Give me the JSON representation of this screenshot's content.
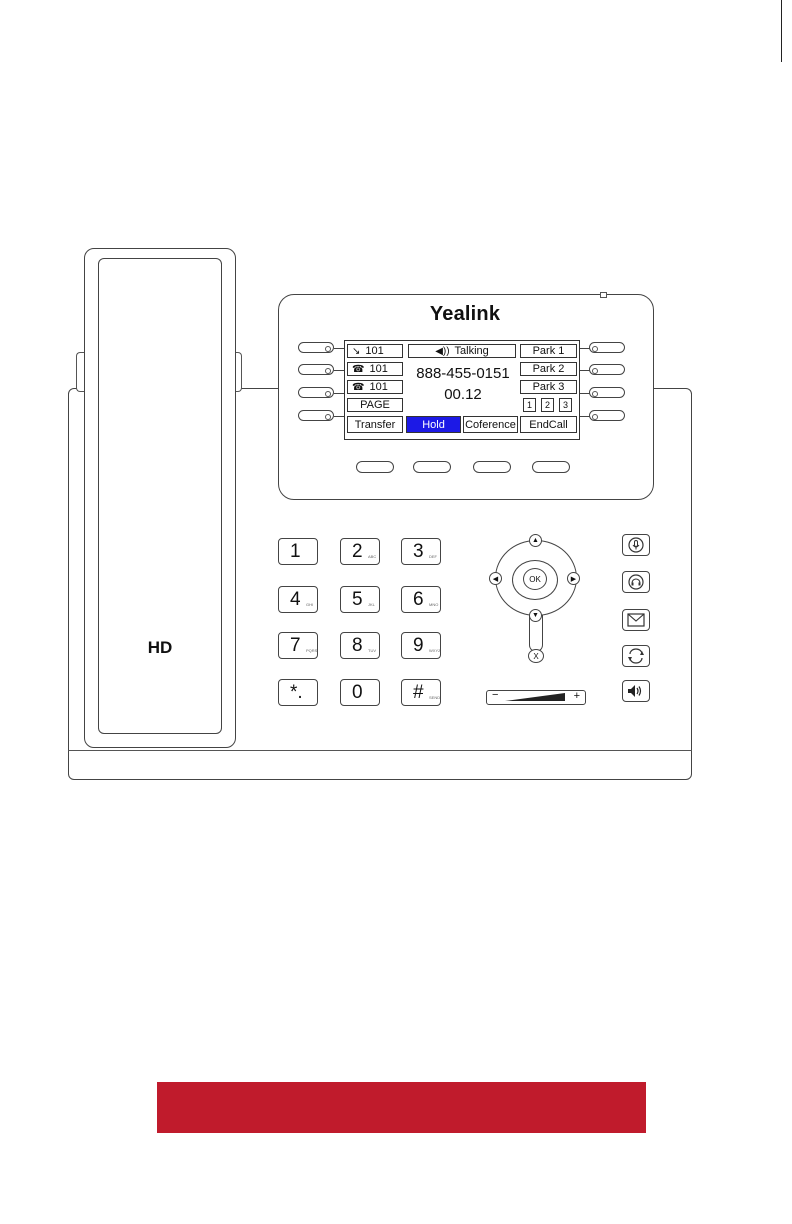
{
  "device": {
    "brand": "Yealink",
    "handset_label": "HD"
  },
  "screen": {
    "left_keys": [
      {
        "icon": "↘",
        "icon_name": "incoming-call-icon",
        "label": "101"
      },
      {
        "icon": "☎",
        "icon_name": "phone-icon",
        "label": "101"
      },
      {
        "icon": "☎",
        "icon_name": "phone-icon",
        "label": "101"
      },
      {
        "icon": "",
        "icon_name": "",
        "label": "PAGE"
      }
    ],
    "status": {
      "icon": "◀))",
      "icon_name": "speaker-icon",
      "label": "Talking"
    },
    "number": "888-455-0151",
    "timer": "00.12",
    "right_keys": [
      "Park 1",
      "Park 2",
      "Park 3"
    ],
    "pages": [
      "1",
      "2",
      "3"
    ],
    "softkeys": [
      {
        "label": "Transfer",
        "active": false
      },
      {
        "label": "Hold",
        "active": true
      },
      {
        "label": "Coference",
        "active": false
      },
      {
        "label": "EndCall",
        "active": false
      }
    ],
    "active_color": "#1c19e6"
  },
  "keypad": [
    {
      "digit": "1",
      "sub": ""
    },
    {
      "digit": "2",
      "sub": "ABC"
    },
    {
      "digit": "3",
      "sub": "DEF"
    },
    {
      "digit": "4",
      "sub": "GHI"
    },
    {
      "digit": "5",
      "sub": "JKL"
    },
    {
      "digit": "6",
      "sub": "MNO"
    },
    {
      "digit": "7",
      "sub": "PQRS"
    },
    {
      "digit": "8",
      "sub": "TUV"
    },
    {
      "digit": "9",
      "sub": "WXYZ"
    },
    {
      "digit": "*.",
      "sub": ""
    },
    {
      "digit": "0",
      "sub": ""
    },
    {
      "digit": "#",
      "sub": "SEND"
    }
  ],
  "navigation": {
    "ok_label": "OK",
    "cancel_label": "X"
  },
  "volume": {
    "minus": "−",
    "plus": "+"
  },
  "function_keys": [
    "mute-icon",
    "headset-icon",
    "message-icon",
    "redial-icon",
    "speakerphone-icon"
  ],
  "footer_bar_color": "#c01b2c"
}
